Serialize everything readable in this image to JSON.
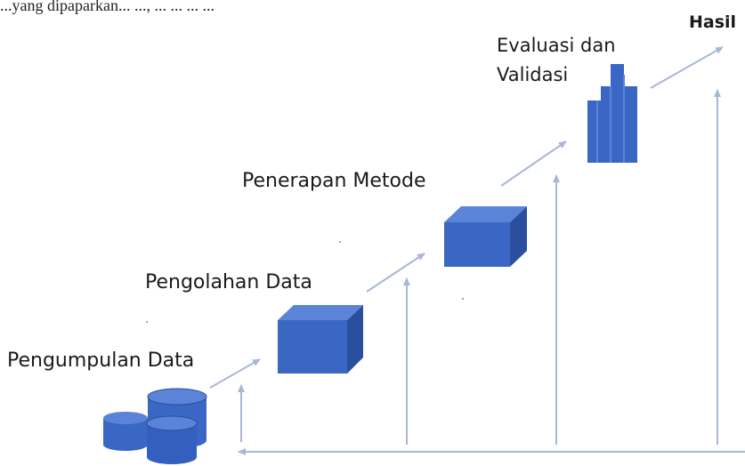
{
  "caption": "...yang dipaparkan... ..., ... ... ... ...",
  "steps": [
    {
      "label": "Pengumpulan Data",
      "icon": "database-cylinders-icon"
    },
    {
      "label": "Pengolahan Data",
      "icon": "cube-icon"
    },
    {
      "label": "Penerapan Metode",
      "icon": "cube-icon"
    },
    {
      "label_line1": "Evaluasi dan",
      "label_line2": "Validasi",
      "icon": "bar-chart-icon"
    },
    {
      "label": "Hasil",
      "icon": "arrow-icon"
    }
  ],
  "colors": {
    "shape_front": "#3a66c4",
    "shape_top": "#5b84d8",
    "shape_side": "#2a4f9e",
    "arrow": "#a9b6d8",
    "text": "#1a1a1a"
  }
}
